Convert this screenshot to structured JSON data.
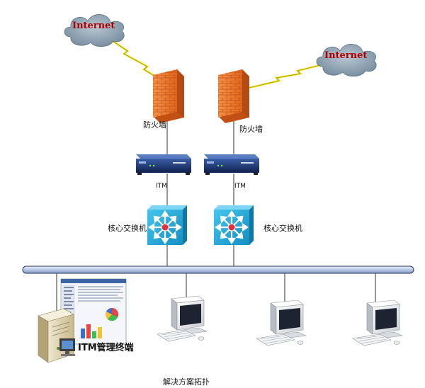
{
  "clouds": [
    {
      "label": "Internet"
    },
    {
      "label": "Internet"
    }
  ],
  "firewalls": [
    {
      "label": "防火墙"
    },
    {
      "label": "防火墙"
    }
  ],
  "itm_devices": [
    {
      "label": "ITM"
    },
    {
      "label": "ITM"
    }
  ],
  "core_switches": [
    {
      "label": "核心交换机"
    },
    {
      "label": "核心交换机"
    }
  ],
  "management": {
    "label": "ITM管理终端"
  },
  "caption": "解决方案拓扑",
  "colors": {
    "cloud_fill": "#8fa3b3",
    "cloud_text": "#b00000",
    "firewall": "#f07a2a",
    "switch": "#22a9d9",
    "bus": "#c9d7ef",
    "lightning": "#f2e000"
  }
}
